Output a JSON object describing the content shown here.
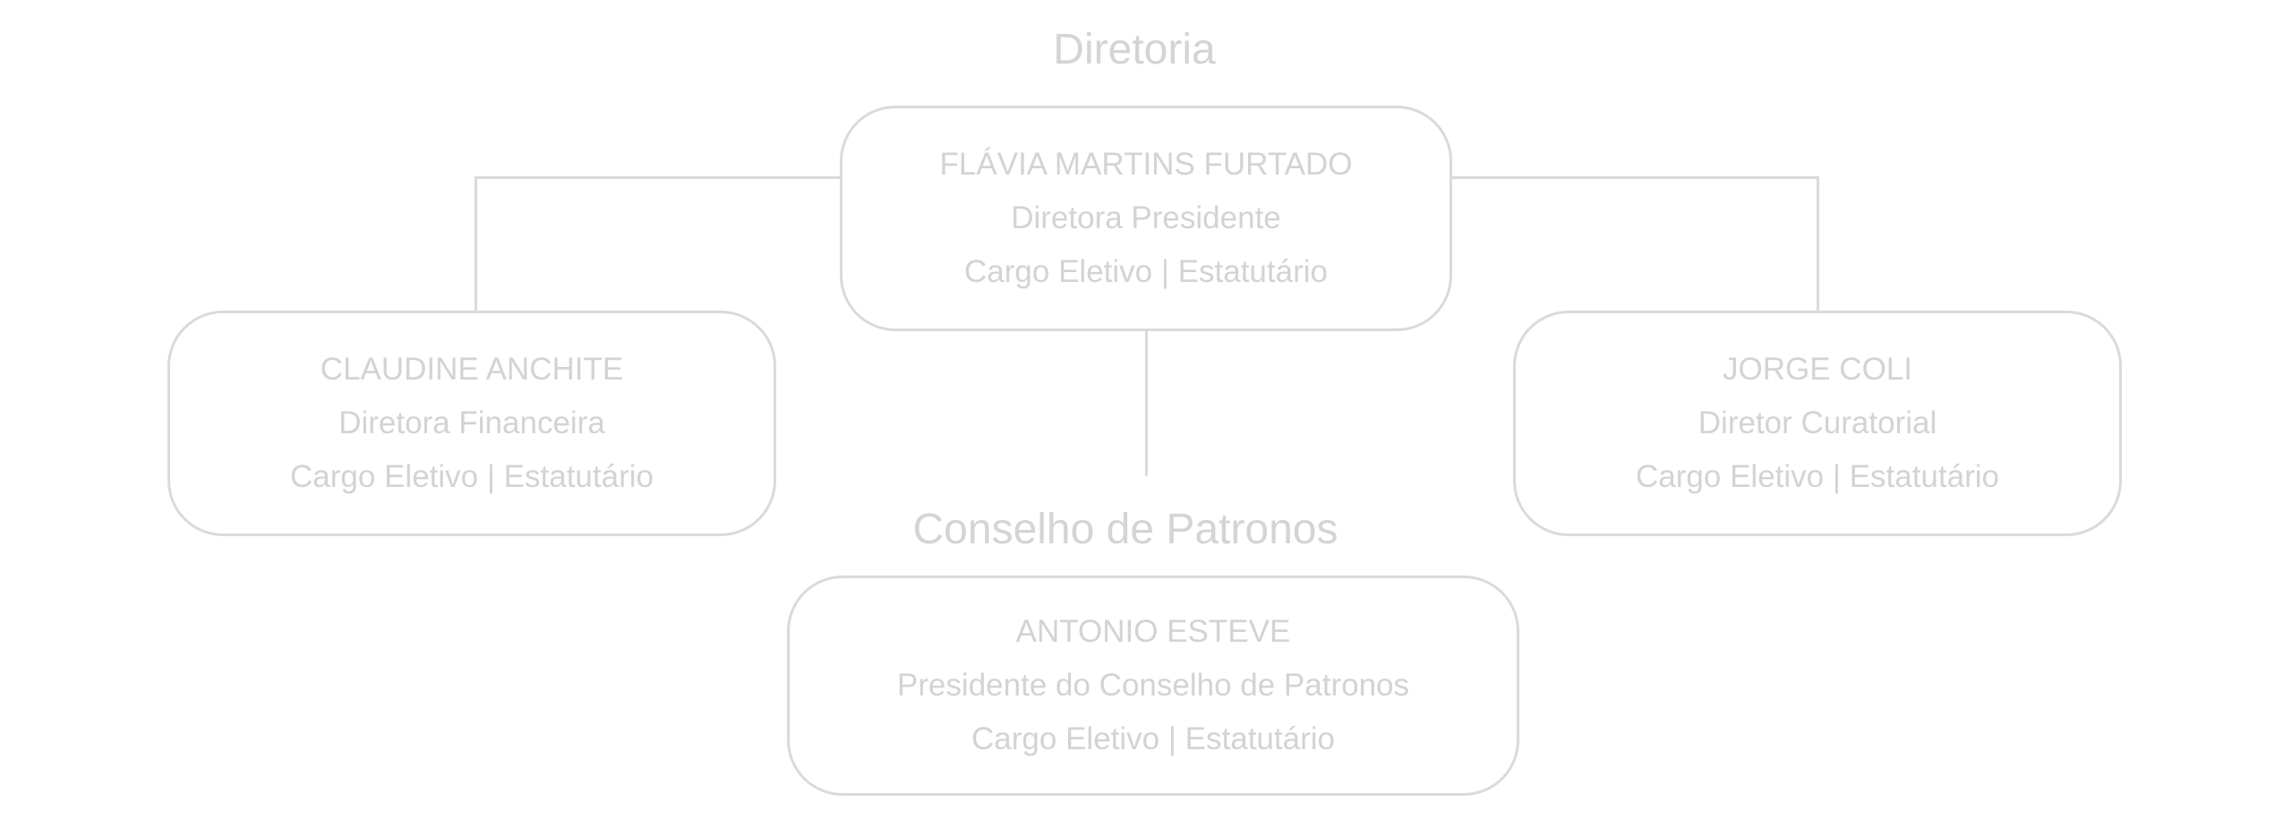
{
  "diagram": {
    "type": "org-chart",
    "background_color": "#ffffff",
    "line_color": "#dadada",
    "text_color": "#d3d3d3",
    "groups": [
      {
        "title": "Diretoria"
      },
      {
        "title": "Conselho de Patronos"
      }
    ],
    "nodes": [
      {
        "group": "Diretoria",
        "name": "FLÁVIA MARTINS FURTADO",
        "role": "Diretora Presidente",
        "employment_type": "Cargo Eletivo | Estatutário"
      },
      {
        "group": "Diretoria",
        "name": "CLAUDINE ANCHITE",
        "role": "Diretora Financeira",
        "employment_type": "Cargo Eletivo | Estatutário"
      },
      {
        "group": "Diretoria",
        "name": "JORGE COLI",
        "role": "Diretor Curatorial",
        "employment_type": "Cargo Eletivo | Estatutário"
      },
      {
        "group": "Conselho de Patronos",
        "name": "ANTONIO ESTEVE",
        "role": "Presidente do Conselho de Patronos",
        "employment_type": "Cargo Eletivo | Estatutário"
      }
    ],
    "edges": [
      {
        "from": "FLÁVIA MARTINS FURTADO",
        "to": "CLAUDINE ANCHITE"
      },
      {
        "from": "FLÁVIA MARTINS FURTADO",
        "to": "JORGE COLI"
      },
      {
        "from": "FLÁVIA MARTINS FURTADO",
        "to": "Conselho de Patronos"
      }
    ]
  }
}
